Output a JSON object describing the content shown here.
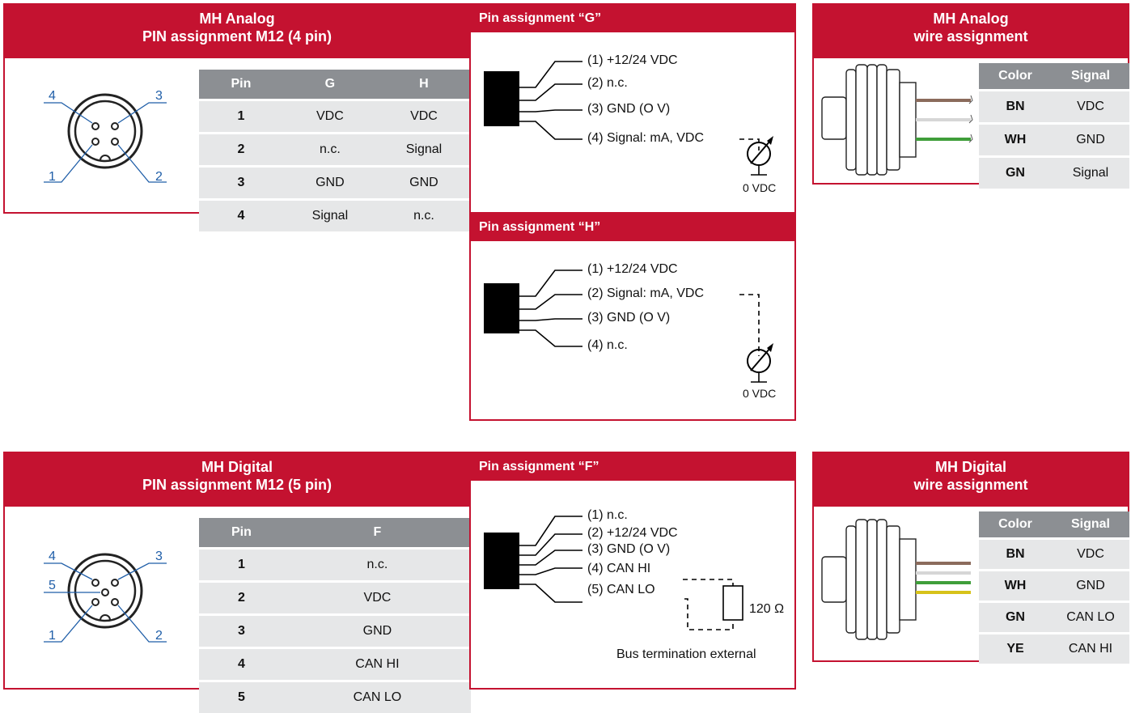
{
  "analog": {
    "pin_header_line1": "MH Analog",
    "pin_header_line2": "PIN assignment M12 (4 pin)",
    "connector_labels": [
      "4",
      "3",
      "1",
      "2"
    ],
    "table_headers": [
      "Pin",
      "G",
      "H"
    ],
    "rows": [
      [
        "1",
        "VDC",
        "VDC"
      ],
      [
        "2",
        "n.c.",
        "Signal"
      ],
      [
        "3",
        "GND",
        "GND"
      ],
      [
        "4",
        "Signal",
        "n.c."
      ]
    ],
    "g_title": "Pin assignment “G”",
    "g_lines": [
      "(1) +12/24 VDC",
      "(2) n.c.",
      "(3) GND (O V)",
      "(4) Signal: mA, VDC"
    ],
    "g_ground": "0 VDC",
    "h_title": "Pin assignment “H”",
    "h_lines": [
      "(1) +12/24 VDC",
      "(2) Signal: mA, VDC",
      "(3) GND (O V)",
      "(4) n.c."
    ],
    "h_ground": "0 VDC",
    "wire_header_line1": "MH Analog",
    "wire_header_line2": "wire assignment",
    "wire_table_headers": [
      "Color",
      "Signal"
    ],
    "wire_rows": [
      [
        "BN",
        "VDC"
      ],
      [
        "WH",
        "GND"
      ],
      [
        "GN",
        "Signal"
      ]
    ]
  },
  "digital": {
    "pin_header_line1": "MH Digital",
    "pin_header_line2": "PIN assignment M12 (5 pin)",
    "connector_labels": [
      "4",
      "3",
      "5",
      "1",
      "2"
    ],
    "table_headers": [
      "Pin",
      "F"
    ],
    "rows": [
      [
        "1",
        "n.c."
      ],
      [
        "2",
        "VDC"
      ],
      [
        "3",
        "GND"
      ],
      [
        "4",
        "CAN HI"
      ],
      [
        "5",
        "CAN LO"
      ]
    ],
    "f_title": "Pin assignment “F”",
    "f_lines": [
      "(1) n.c.",
      "(2) +12/24 VDC",
      "(3) GND (O V)",
      "(4) CAN HI",
      "(5) CAN LO"
    ],
    "resistor_label": "120 Ω",
    "termination_note": "Bus termination external",
    "wire_header_line1": "MH Digital",
    "wire_header_line2": "wire assignment",
    "wire_table_headers": [
      "Color",
      "Signal"
    ],
    "wire_rows": [
      [
        "BN",
        "VDC"
      ],
      [
        "WH",
        "GND"
      ],
      [
        "GN",
        "CAN LO"
      ],
      [
        "YE",
        "CAN HI"
      ]
    ]
  },
  "colors": {
    "accent": "#c41230",
    "table_header": "#8c8f93",
    "table_cell": "#e6e7e8",
    "wire_brown": "#8b6b5c",
    "wire_white": "#d6d6d6",
    "wire_green": "#3f9e3a",
    "wire_yellow": "#d7c21a",
    "label_blue": "#1f5ea8"
  }
}
